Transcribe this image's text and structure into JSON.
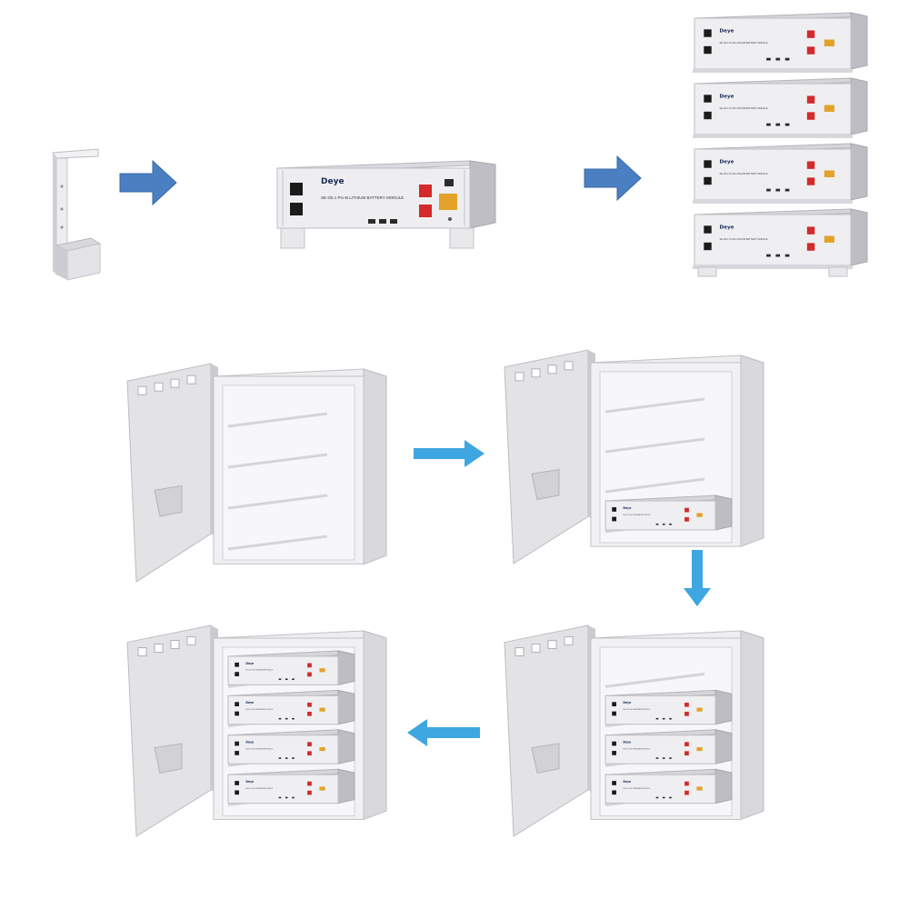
{
  "module": {
    "brand": "Deye",
    "model": "SE-G5.1 Pro-B  LITHIUM BATTERY MODULE"
  },
  "colors": {
    "arrow_top": "#4a7fc1",
    "arrow_bottom": "#3ea6e0",
    "panel": "#e6e6e9",
    "panel_dark": "#c9c9ce",
    "terminal": "#d42a2a",
    "breaker": "#e3a22a",
    "switch": "#1b1b1b"
  },
  "steps": [
    {
      "name": "bracket"
    },
    {
      "name": "single-module-on-feet"
    },
    {
      "name": "stack-of-four-modules"
    },
    {
      "name": "empty-cabinet"
    },
    {
      "name": "cabinet-one-module"
    },
    {
      "name": "cabinet-three-modules"
    },
    {
      "name": "cabinet-four-modules"
    }
  ],
  "icons": [
    "arrow-right-icon",
    "arrow-right-icon",
    "arrow-right-icon",
    "arrow-down-icon",
    "arrow-left-icon"
  ]
}
